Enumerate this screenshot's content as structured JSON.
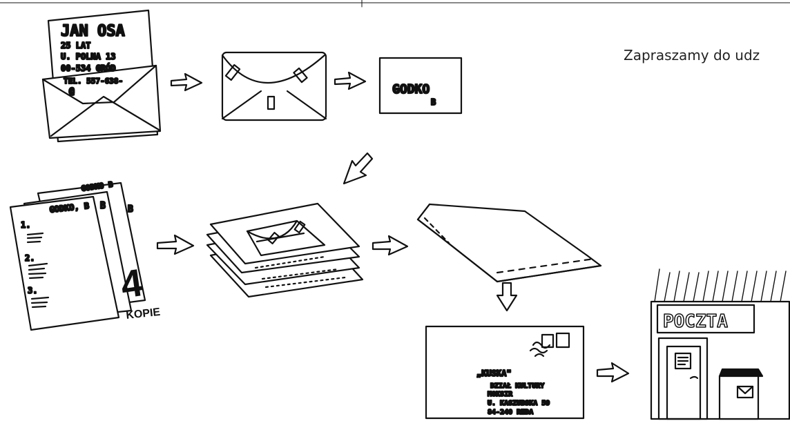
{
  "caption": "Zapraszamy do udz",
  "letter": {
    "line1": "JAN OSA",
    "line2": "25 LAT",
    "line3": "U. POLNA 13",
    "line4": "00-534 GRÓD",
    "line5": "TEL. 557-638-",
    "line6": "@"
  },
  "code_card": {
    "label": "GODKO",
    "sub": "B"
  },
  "pages": {
    "back_label": "GODKO B",
    "front_label": "GODKO, B",
    "num1": "1.",
    "num2": "2.",
    "num3": "3.",
    "side_b1": "B",
    "side_b2": "B"
  },
  "copies": {
    "count": "4",
    "label": "KOPIE"
  },
  "address_card": {
    "line1": "„KUSKA\"",
    "line2": "DZIAŁ KULTURY",
    "line3": "MOKSIR",
    "line4": "U. KASZUBSKA 59",
    "line5": "84-240 REDA"
  },
  "post_office": {
    "sign": "POCZTA"
  }
}
